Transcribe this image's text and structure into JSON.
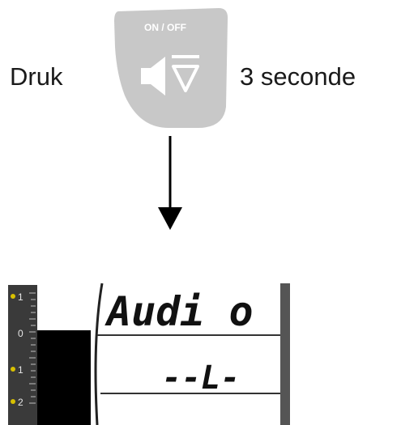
{
  "instruction": {
    "press_label": "Druk",
    "duration_label": "3 seconde"
  },
  "button": {
    "caption": "ON / OFF",
    "icon": "speaker-volume-down-icon",
    "color": "#c8c8c8"
  },
  "arrow": {
    "icon": "arrow-down-icon"
  },
  "display": {
    "line1": "Audi o",
    "line2": "--L-",
    "scale_labels": [
      "1",
      "0",
      "1",
      "2"
    ],
    "scale_marker_color": "#d8c000"
  }
}
